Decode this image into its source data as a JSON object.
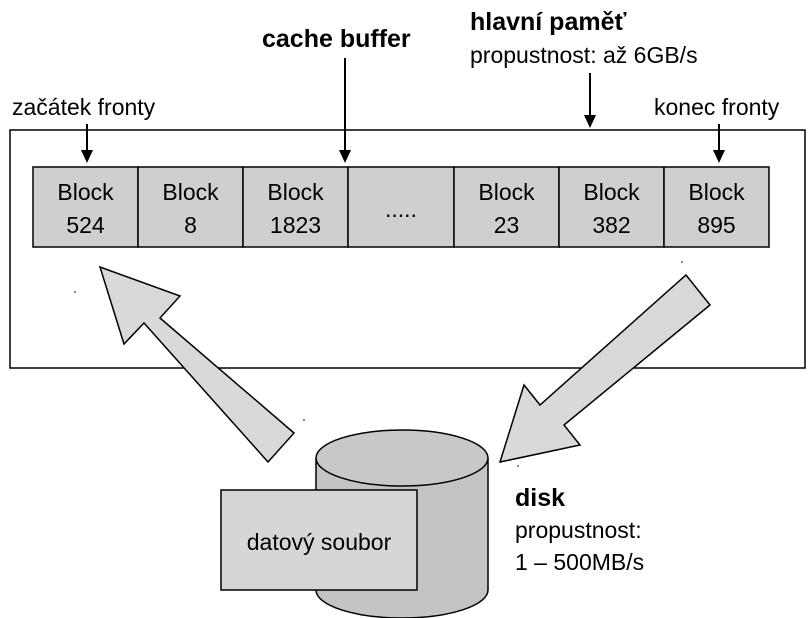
{
  "labels": {
    "main_memory_title": "hlavní paměť",
    "main_memory_throughput": "propustnost: až 6GB/s",
    "cache_buffer": "cache buffer",
    "queue_start": "začátek fronty",
    "queue_end": "konec fronty",
    "disk_title": "disk",
    "disk_throughput_label": "propustnost:",
    "disk_throughput_value": "1 – 500MB/s",
    "data_file": "datový soubor"
  },
  "blocks": [
    {
      "word": "Block",
      "number": "524"
    },
    {
      "word": "Block",
      "number": "8"
    },
    {
      "word": "Block",
      "number": "1823"
    },
    {
      "word": "",
      "number": "....."
    },
    {
      "word": "Block",
      "number": "23"
    },
    {
      "word": "Block",
      "number": "382"
    },
    {
      "word": "Block",
      "number": "895"
    }
  ],
  "colors": {
    "block_fill": "#cfcfcf",
    "arrow_fill": "#d9d9d9",
    "cylinder_fill": "#c4c4c4",
    "file_fill": "#d6d6d6",
    "stroke": "#000000"
  }
}
